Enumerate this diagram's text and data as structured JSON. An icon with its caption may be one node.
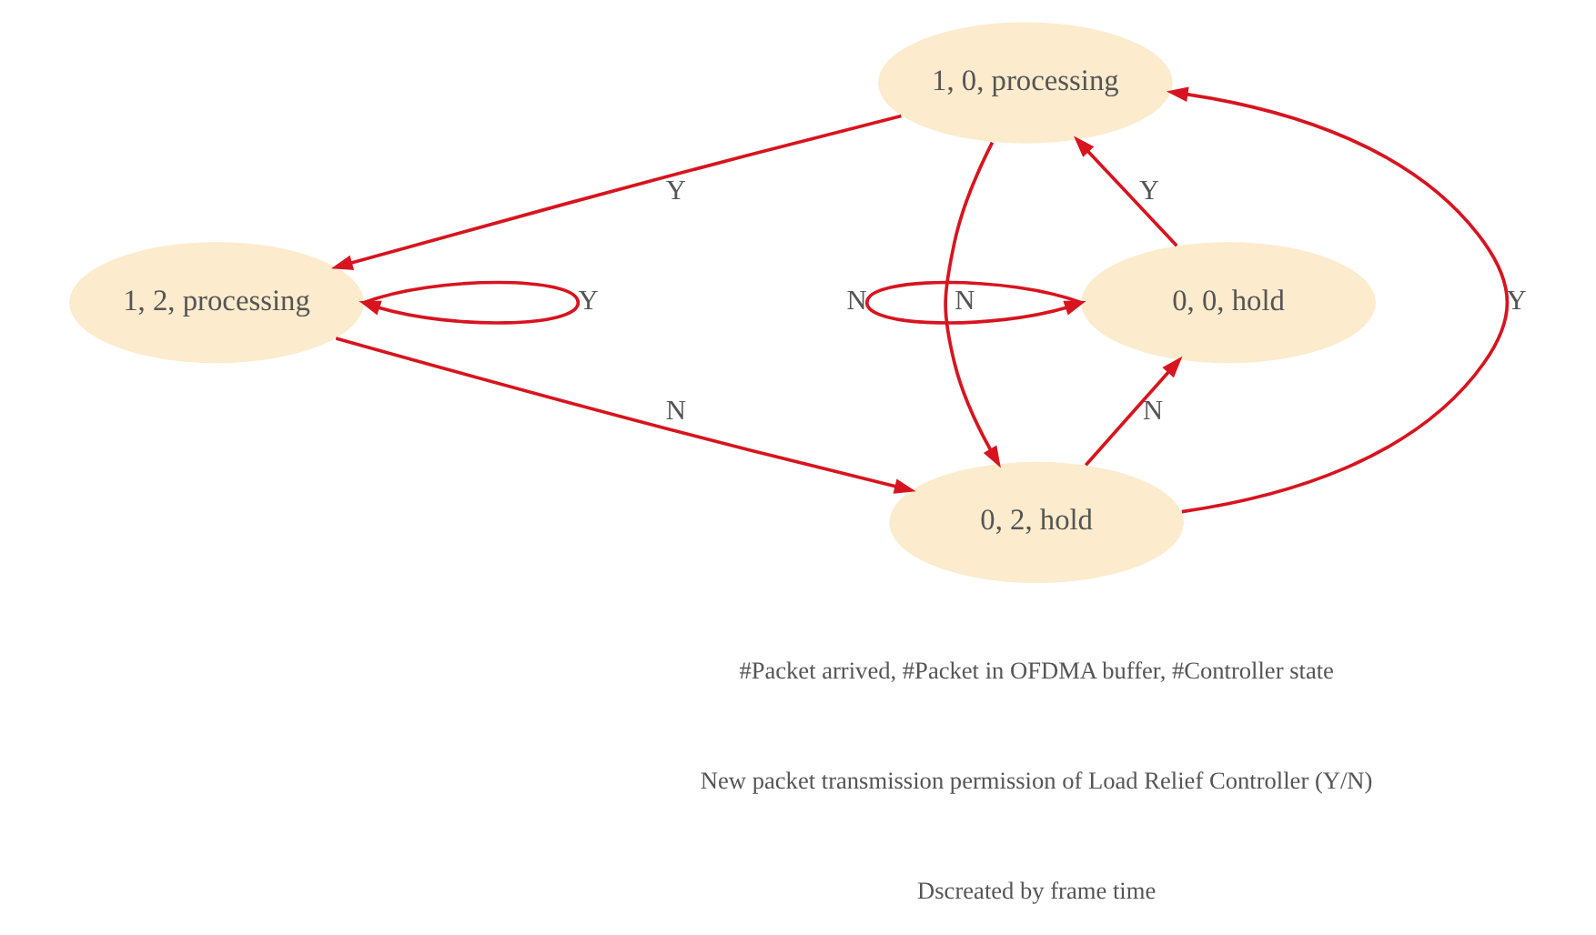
{
  "diagram": {
    "nodes": [
      {
        "text": [
          "1, 0, processing"
        ]
      },
      {
        "text": [
          "0, 0, hold"
        ]
      },
      {
        "text": [
          "1, 2, processing"
        ]
      },
      {
        "text": [
          "0, 2, hold"
        ]
      }
    ],
    "edges": [
      {
        "from": 1,
        "to": 0,
        "arrow": "to",
        "label": "Y"
      },
      {
        "from": 0,
        "to": 2,
        "arrow": "to",
        "label": "Y"
      },
      {
        "from": 2,
        "to": 2,
        "arrow": "to",
        "label": "Y"
      },
      {
        "from": 2,
        "to": 3,
        "arrow": "to",
        "label": "N"
      },
      {
        "from": 3,
        "to": 1,
        "arrow": "to",
        "label": "N"
      },
      {
        "from": 1,
        "to": 1,
        "arrow": "to",
        "label": "N"
      },
      {
        "from": 3,
        "to": 0,
        "arrow": "to",
        "label": "Y"
      },
      {
        "from": 0,
        "to": 3,
        "arrow": "to",
        "label": "N"
      }
    ],
    "labels": [
      "#Packet arrived, #Packet in OFDMA buffer, #Controller state",
      "New packet transmission permission of Load Relief Controller (Y/N)",
      "Dscreated by frame time"
    ]
  }
}
